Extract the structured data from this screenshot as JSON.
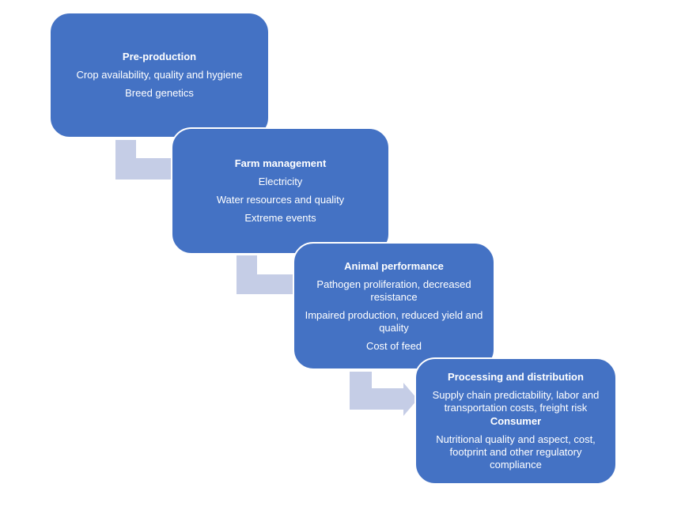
{
  "diagram": {
    "colors": {
      "box_fill": "#4472c4",
      "box_text": "#ffffff",
      "arrow_fill": "#c5cde6"
    },
    "stages": [
      {
        "title": "Pre-production",
        "items": [
          "Crop availability, quality and hygiene",
          "Breed genetics"
        ]
      },
      {
        "title": "Farm management",
        "items": [
          "Electricity",
          "Water resources and quality",
          "Extreme events"
        ]
      },
      {
        "title": "Animal performance",
        "items": [
          "Pathogen proliferation, decreased resistance",
          "Impaired production, reduced yield and quality",
          "Cost of feed"
        ]
      },
      {
        "title": "Processing and distribution",
        "items": [
          "Supply chain predictability, labor and transportation costs, freight risk"
        ],
        "subtitle": "Consumer",
        "sub_items": [
          "Nutritional quality and aspect, cost, footprint and other regulatory compliance"
        ]
      }
    ]
  }
}
